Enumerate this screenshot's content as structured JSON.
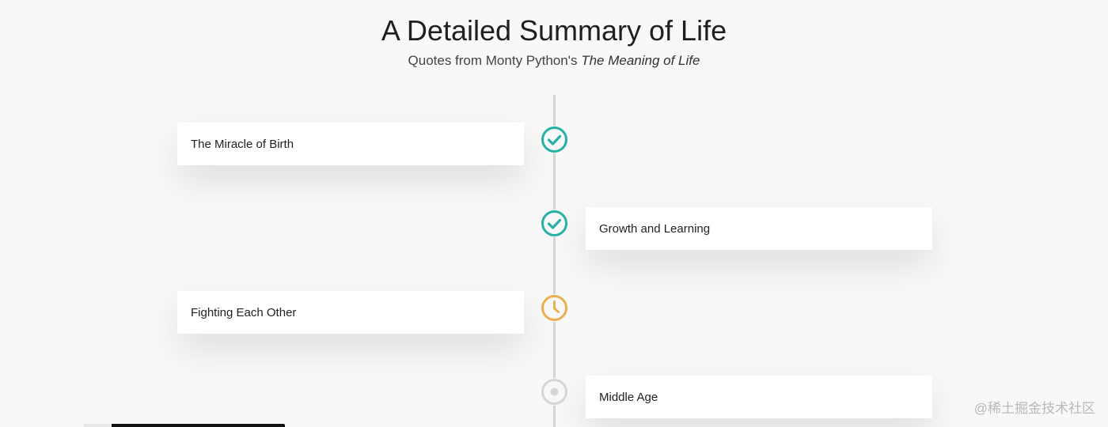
{
  "header": {
    "title": "A Detailed Summary of Life",
    "subtitle_prefix": "Quotes from Monty Python's",
    "subtitle_emphasis": "The Meaning of Life"
  },
  "timeline": {
    "items": [
      {
        "label": "The Miracle of Birth",
        "status": "complete",
        "icon": "check-circle-icon",
        "color": "#27b1a5"
      },
      {
        "label": "Growth and Learning",
        "status": "complete",
        "icon": "check-circle-icon",
        "color": "#27b1a5"
      },
      {
        "label": "Fighting Each Other",
        "status": "in-progress",
        "icon": "clock-icon",
        "color": "#e8b04f"
      },
      {
        "label": "Middle Age",
        "status": "upcoming",
        "icon": "dot-circle-icon",
        "color": "#d6d6d6"
      }
    ]
  },
  "watermark": {
    "text": "@稀土掘金技术社区"
  },
  "colors": {
    "background": "#f8f8f8",
    "line": "#d4d4d4",
    "card": "#ffffff"
  }
}
